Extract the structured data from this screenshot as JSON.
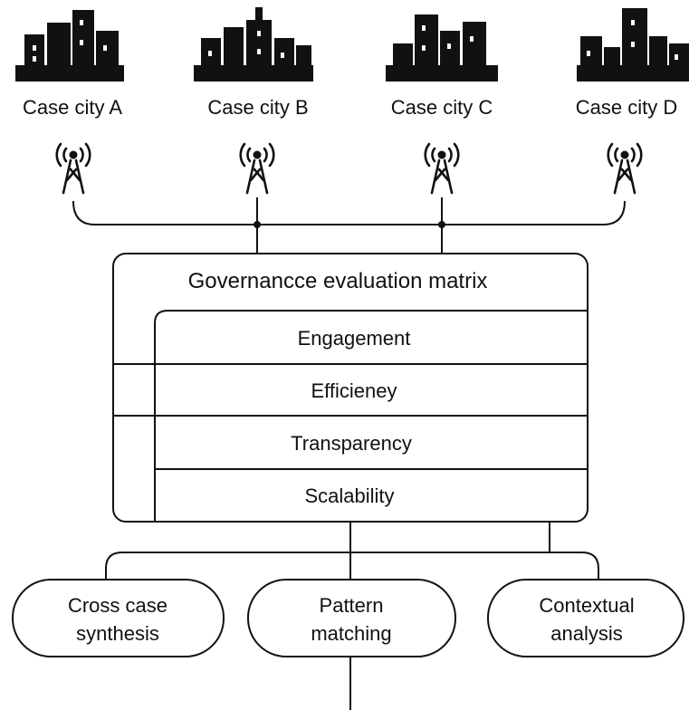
{
  "cities": [
    {
      "label": "Case city A"
    },
    {
      "label": "Case city B"
    },
    {
      "label": "Case city C"
    },
    {
      "label": "Case city D"
    }
  ],
  "icons": {
    "city": "city-skyline-icon",
    "tower": "antenna-tower-icon"
  },
  "matrix": {
    "title": "Governancce evaluation matrix",
    "rows": [
      {
        "label": "Engagement"
      },
      {
        "label": "Efficieney"
      },
      {
        "label": "Transparency"
      },
      {
        "label": "Scalability"
      }
    ]
  },
  "analysis": [
    {
      "lines": [
        "Cross case",
        "synthesis"
      ]
    },
    {
      "lines": [
        "Pattern",
        "matching"
      ]
    },
    {
      "lines": [
        "Contextual",
        "analysis"
      ]
    }
  ],
  "colors": {
    "ink": "#111111",
    "background": "#ffffff"
  }
}
